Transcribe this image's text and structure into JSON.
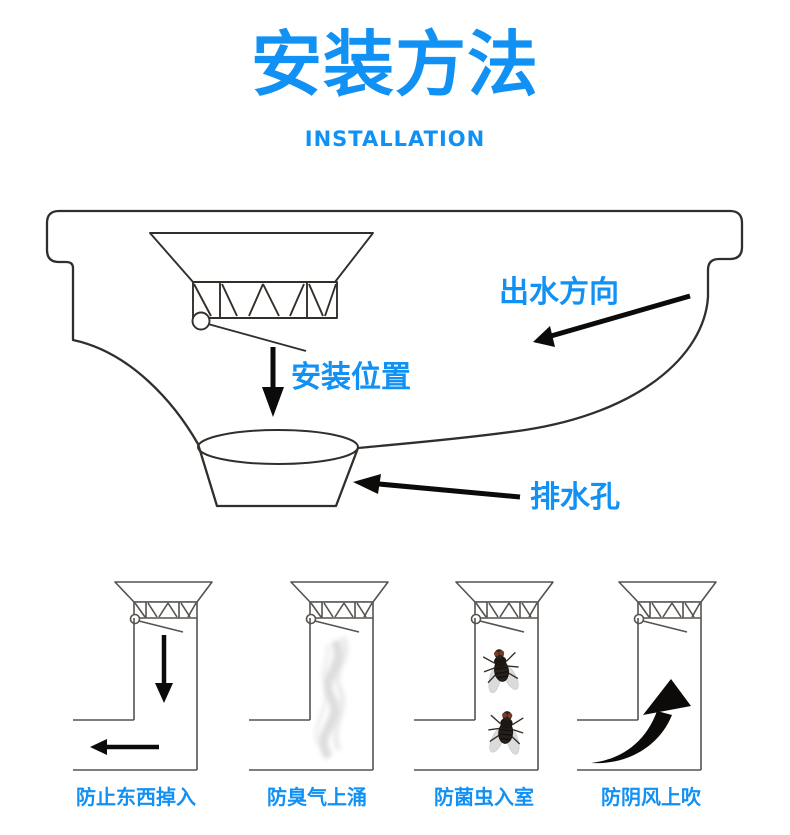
{
  "header": {
    "title": "安装方法",
    "subtitle": "INSTALLATION"
  },
  "colors": {
    "accent_blue": "#1291f5",
    "diagram_line": "#332e2a",
    "panel_line": "#57524e",
    "arrow_black": "#0d0b09"
  },
  "main_diagram": {
    "labels": {
      "outflow_direction": "出水方向",
      "install_position": "安装位置",
      "drain_hole": "排水孔"
    }
  },
  "benefit_panels": [
    {
      "label": "防止东西掉入",
      "icon": "down-and-out-arrows-icon"
    },
    {
      "label": "防臭气上涌",
      "icon": "smoke-icon"
    },
    {
      "label": "防菌虫入室",
      "icon": "flies-icon"
    },
    {
      "label": "防阴风上吹",
      "icon": "updraft-arrow-icon"
    }
  ]
}
